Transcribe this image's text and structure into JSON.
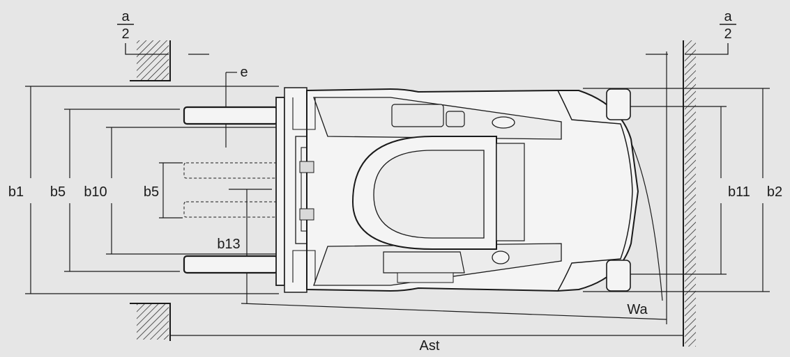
{
  "labels": {
    "a_num": "a",
    "a_den": "2",
    "e": "e",
    "b1": "b1",
    "b5": "b5",
    "b10": "b10",
    "b5_inner": "b5",
    "b13": "b13",
    "b11": "b11",
    "b2": "b2",
    "wa": "Wa",
    "ast": "Ast"
  },
  "colors": {
    "background": "#e6e6e6",
    "line": "#1a1a1a",
    "truck_fill": "#f4f4f4",
    "shade": "#d2d2d2"
  }
}
